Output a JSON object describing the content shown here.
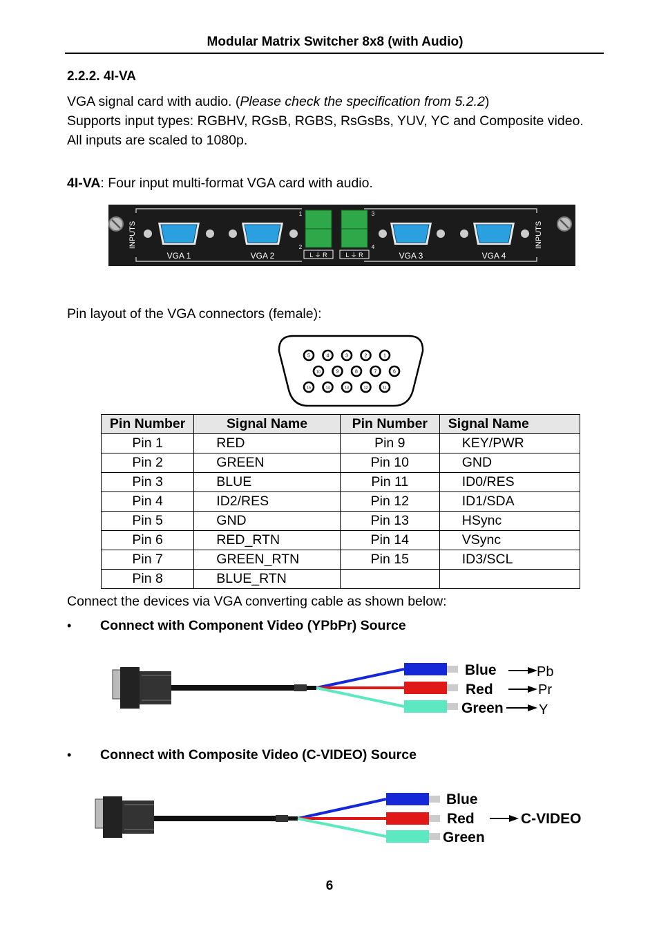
{
  "header": {
    "title": "Modular Matrix Switcher 8x8 (with Audio)"
  },
  "section": {
    "heading": "2.2.2. 4I-VA"
  },
  "intro": {
    "line1_pre": "VGA signal card with audio. (",
    "line1_italic": "Please check the specification from 5.2.2",
    "line1_post": ")",
    "line2": "Supports input types: RGBHV, RGsB, RGBS, RsGsBs, YUV, YC and Composite video.",
    "line3": "All inputs are scaled to 1080p."
  },
  "card": {
    "name": "4I-VA",
    "desc": ": Four input multi-format VGA card with audio.",
    "inputs_label": "INPUTS",
    "vga_labels": [
      "VGA 1",
      "VGA 2",
      "VGA 3",
      "VGA 4"
    ],
    "audio_numbers": [
      "1",
      "2",
      "3",
      "4"
    ],
    "audio_label": "L ⏚ R"
  },
  "pin_layout": {
    "caption": "Pin layout of the VGA connectors (female):",
    "row1": [
      "5",
      "4",
      "3",
      "2",
      "1"
    ],
    "row2": [
      "10",
      "9",
      "8",
      "7",
      "6"
    ],
    "row3": [
      "15",
      "14",
      "13",
      "12",
      "11"
    ]
  },
  "table": {
    "headers": [
      "Pin Number",
      "Signal Name",
      "Pin Number",
      "Signal Name"
    ],
    "rows": [
      [
        "Pin 1",
        "RED",
        "Pin 9",
        "KEY/PWR"
      ],
      [
        "Pin 2",
        "GREEN",
        "Pin 10",
        "GND"
      ],
      [
        "Pin 3",
        "BLUE",
        "Pin 11",
        "ID0/RES"
      ],
      [
        "Pin 4",
        "ID2/RES",
        "Pin 12",
        "ID1/SDA"
      ],
      [
        "Pin 5",
        "GND",
        "Pin 13",
        "HSync"
      ],
      [
        "Pin 6",
        "RED_RTN",
        "Pin 14",
        "VSync"
      ],
      [
        "Pin 7",
        "GREEN_RTN",
        "Pin 15",
        "ID3/SCL"
      ],
      [
        "Pin 8",
        "BLUE_RTN",
        "",
        ""
      ]
    ]
  },
  "connect_text": "Connect the devices via VGA converting cable as shown below:",
  "bullets": [
    "Connect with Component Video (YPbPr) Source",
    "Connect with Composite Video (C-VIDEO) Source"
  ],
  "component_cable": {
    "colors": [
      "Blue",
      "Red",
      "Green"
    ],
    "signals": [
      "Pb",
      "Pr",
      "Y"
    ]
  },
  "composite_cable": {
    "colors": [
      "Blue",
      "Red",
      "Green"
    ],
    "signal": "C-VIDEO"
  },
  "page_number": "6",
  "palette": {
    "blue": "#1428d8",
    "red": "#e01818",
    "green": "#5ce8c0",
    "vga_blue": "#2aa0e0",
    "terminal_green": "#2fa84a"
  }
}
